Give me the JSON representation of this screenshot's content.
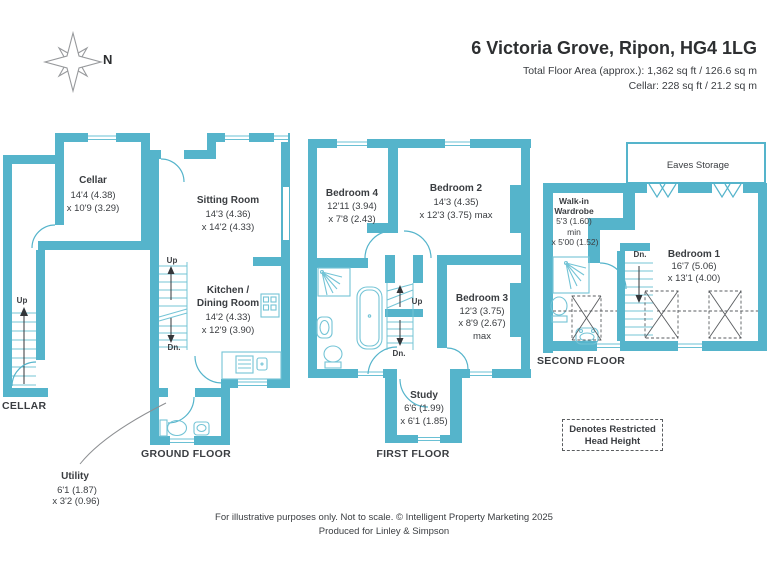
{
  "header": {
    "title": "6 Victoria Grove, Ripon, HG4 1LG",
    "total_area": "Total Floor Area (approx.): 1,362 sq ft / 126.6 sq m",
    "cellar_area": "Cellar: 228 sq ft / 21.2 sq m"
  },
  "compass": {
    "north": "N"
  },
  "cellar_floor": {
    "floor_label": "CELLAR",
    "room": {
      "name": "Cellar",
      "d1": "14'4 (4.38)",
      "d2": "x 10'9 (3.29)"
    },
    "up": "Up"
  },
  "ground_floor": {
    "floor_label": "GROUND FLOOR",
    "sitting_room": {
      "name": "Sitting Room",
      "d1": "14'3 (4.36)",
      "d2": "x 14'2 (4.33)"
    },
    "kitchen_dining": {
      "name1": "Kitchen /",
      "name2": "Dining Room",
      "d1": "14'2 (4.33)",
      "d2": "x 12'9 (3.90)"
    },
    "utility": {
      "name": "Utility",
      "d1": "6'1 (1.87)",
      "d2": "x 3'2 (0.96)"
    },
    "up": "Up",
    "down": "Dn."
  },
  "first_floor": {
    "floor_label": "FIRST FLOOR",
    "bedroom4": {
      "name": "Bedroom 4",
      "d1": "12'11 (3.94)",
      "d2": "x 7'8 (2.43)"
    },
    "bedroom2": {
      "name": "Bedroom 2",
      "d1": "14'3 (4.35)",
      "d2": "x 12'3 (3.75) max"
    },
    "bedroom3": {
      "name": "Bedroom 3",
      "d1": "12'3 (3.75)",
      "d2": "x 8'9 (2.67)",
      "d3": "max"
    },
    "study": {
      "name": "Study",
      "d1": "6'6 (1.99)",
      "d2": "x 6'1 (1.85)"
    },
    "up": "Up",
    "down": "Dn."
  },
  "second_floor": {
    "floor_label": "SECOND FLOOR",
    "bedroom1": {
      "name": "Bedroom 1",
      "d1": "16'7 (5.06)",
      "d2": "x 13'1 (4.00)"
    },
    "walk_in_wardrobe": {
      "name1": "Walk-in",
      "name2": "Wardrobe",
      "d1": "5'3 (1.60)",
      "d2": "min",
      "d3": "x 5'00 (1.52)"
    },
    "eaves": "Eaves Storage",
    "down": "Dn."
  },
  "legend": {
    "line1": "Denotes Restricted",
    "line2": "Head Height"
  },
  "footer": {
    "line1": "For illustrative purposes only. Not to scale. © Intelligent Property Marketing 2025",
    "line2": "Produced for Linley & Simpson"
  },
  "colors": {
    "wall": "#55b4cb",
    "text": "#3a3d41",
    "restricted_dash": "#5a5d60"
  }
}
